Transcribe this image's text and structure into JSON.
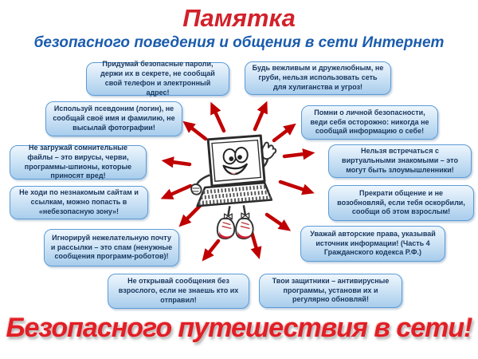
{
  "header": {
    "title": "Памятка",
    "subtitle": "безопасного поведения и общения в сети Интернет"
  },
  "tips": [
    {
      "id": "passwords",
      "text": "Придумай безопасные пароли, держи их в секрете, не сообщай свой телефон и электронный адрес!"
    },
    {
      "id": "politeness",
      "text": "Будь вежливым и дружелюбным, не груби, нельзя использовать сеть для хулиганства и угроз!"
    },
    {
      "id": "pseudonym",
      "text": "Используй псевдоним (логин), не сообщай своё имя и фамилию, не высылай фотографии!"
    },
    {
      "id": "personal-safety",
      "text": "Помни о личной безопасности, веди себя осторожно: никогда не сообщай информацию о себе!"
    },
    {
      "id": "suspicious-files",
      "text": "Не загружай сомнительные файлы – это вирусы, черви, программы-шпионы, которые приносят вред!"
    },
    {
      "id": "virtual-strangers",
      "text": "Нельзя встречаться с виртуальными знакомыми – это могут быть злоумышленники!"
    },
    {
      "id": "unknown-sites",
      "text": "Не ходи по незнакомым сайтам и ссылкам, можно попасть в «небезопасную зону»!"
    },
    {
      "id": "stop-communication",
      "text": "Прекрати общение и не возобновляй, если тебя оскорбили, сообщи об этом взрослым!"
    },
    {
      "id": "spam",
      "text": "Игнорируй нежелательную почту и рассылки – это спам (ненужные сообщения программ-роботов)!"
    },
    {
      "id": "copyright",
      "text": "Уважай авторские права, указывай источник информации! (Часть 4 Гражданского кодекса Р.Ф.)"
    },
    {
      "id": "unknown-messages",
      "text": "Не открывай сообщения без взрослого, если не знаешь кто их отправил!"
    },
    {
      "id": "antivirus",
      "text": "Твои защитники – антивирусные программы, установи их и регулярно обновляй!"
    }
  ],
  "footer": {
    "slogan": "Безопасного путешествия в сети!"
  },
  "illustration": {
    "name": "laptop-cartoon-mascot",
    "arrows_count": 12
  },
  "colors": {
    "title_red": "#d2212b",
    "subtitle_blue": "#1b5cad",
    "tip_text_navy": "#17365d",
    "tip_border_blue": "#5b9bd5",
    "tip_fill_top": "#eef6fd",
    "tip_fill_bottom": "#a8cdec",
    "arrow_red": "#c00000",
    "slogan_red": "#e01f26"
  }
}
